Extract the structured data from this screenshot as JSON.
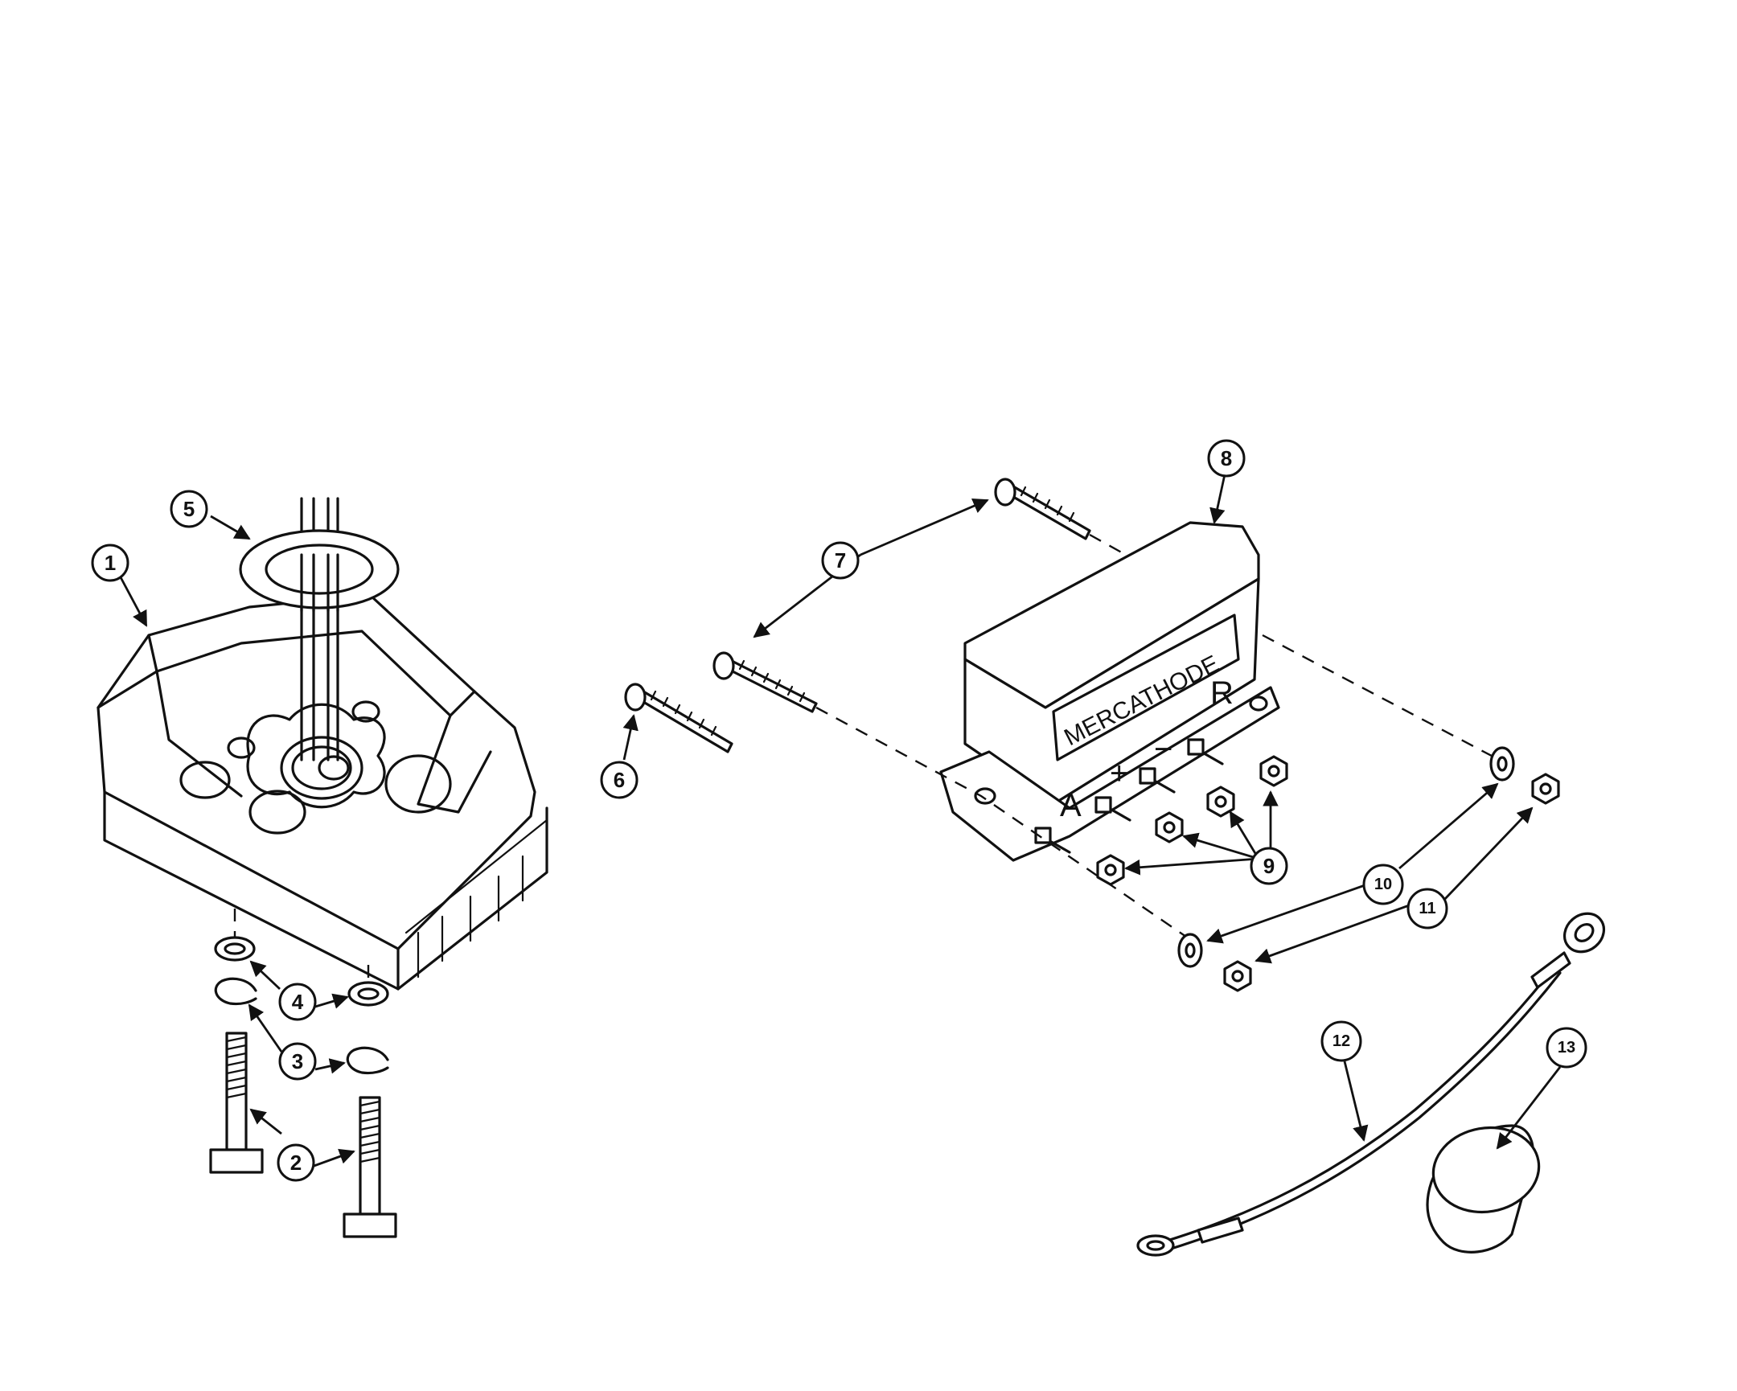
{
  "diagram": {
    "ink_color": "#111111",
    "background": "#ffffff",
    "component_label": "MERCATHODE",
    "terminals": [
      "A",
      "+",
      "−",
      "R"
    ],
    "callouts": [
      {
        "id": "c1",
        "label": "1"
      },
      {
        "id": "c2",
        "label": "2"
      },
      {
        "id": "c3",
        "label": "3"
      },
      {
        "id": "c4",
        "label": "4"
      },
      {
        "id": "c5",
        "label": "5"
      },
      {
        "id": "c6",
        "label": "6"
      },
      {
        "id": "c7",
        "label": "7"
      },
      {
        "id": "c8",
        "label": "8"
      },
      {
        "id": "c9",
        "label": "9"
      },
      {
        "id": "c10",
        "label": "10"
      },
      {
        "id": "c11",
        "label": "11"
      },
      {
        "id": "c12",
        "label": "12"
      },
      {
        "id": "c13",
        "label": "13"
      }
    ]
  }
}
